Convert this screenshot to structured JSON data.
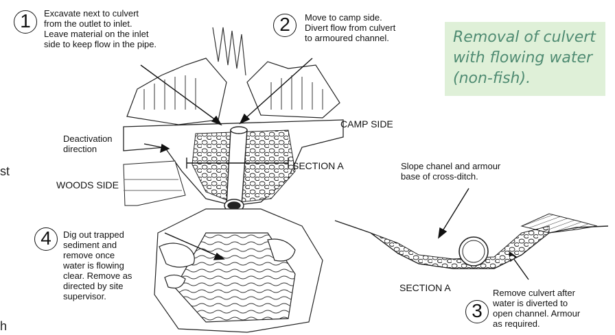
{
  "title": "Removal of culvert\nwith flowing water\n(non-fish).",
  "steps": [
    {
      "num": "1",
      "text": "Excavate next to culvert\nfrom the outlet to inlet.\nLeave material on the inlet\nside to keep flow in the pipe."
    },
    {
      "num": "2",
      "text": "Move to camp side.\nDivert flow from culvert\nto armoured channel."
    },
    {
      "num": "3",
      "text": "Remove culvert after\nwater is diverted to\nopen channel. Armour\nas required."
    },
    {
      "num": "4",
      "text": "Dig out trapped\nsediment and\nremove once\nwater is flowing\nclear. Remove as\ndirected by site\nsupervisor."
    }
  ],
  "labels": {
    "camp_side": "CAMP SIDE",
    "woods_side": "WOODS SIDE",
    "deactivation": "Deactivation\ndirection",
    "section_a_top": "SECTION A",
    "section_a_bottom": "SECTION A",
    "slope": "Slope chanel and armour\nbase of cross-ditch."
  },
  "edge_fragments": [
    "st",
    "h"
  ],
  "colors": {
    "callout_bg": "#dff0d8",
    "callout_text": "#4f8b72"
  }
}
